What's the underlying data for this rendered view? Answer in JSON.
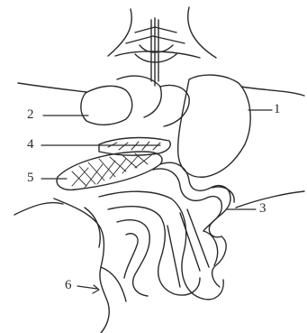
{
  "labels": [
    {
      "id": "1",
      "text": "1"
    },
    {
      "id": "2",
      "text": "2"
    },
    {
      "id": "3",
      "text": "3"
    },
    {
      "id": "4",
      "text": "4"
    },
    {
      "id": "5",
      "text": "5"
    },
    {
      "id": "6",
      "text": "6"
    }
  ],
  "colors": {
    "ink": "#2a2a2a",
    "background": "#ffffff"
  }
}
